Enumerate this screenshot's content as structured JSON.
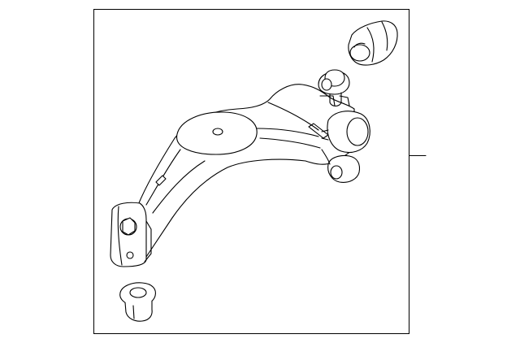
{
  "diagram": {
    "type": "parts-exploded-view",
    "parts": [
      {
        "name": "control-arm"
      },
      {
        "name": "upper-right-bushing"
      },
      {
        "name": "ball-joint-stud"
      },
      {
        "name": "lower-left-bushing"
      }
    ],
    "callouts": [
      {
        "name": "assembly-callout-line"
      }
    ],
    "colors": {
      "line": "#000000",
      "background": "#ffffff"
    }
  }
}
